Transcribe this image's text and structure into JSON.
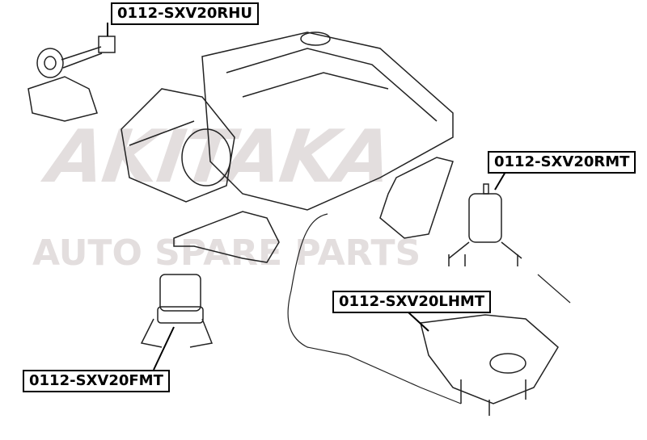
{
  "watermark": {
    "brand": "AKITAKA",
    "subtitle": "AUTO SPARE PARTS",
    "color": "#e3dede"
  },
  "labels": {
    "rhu": "0112-SXV20RHU",
    "rmt": "0112-SXV20RMT",
    "lhmt": "0112-SXV20LHMT",
    "fmt": "0112-SXV20FMT"
  }
}
